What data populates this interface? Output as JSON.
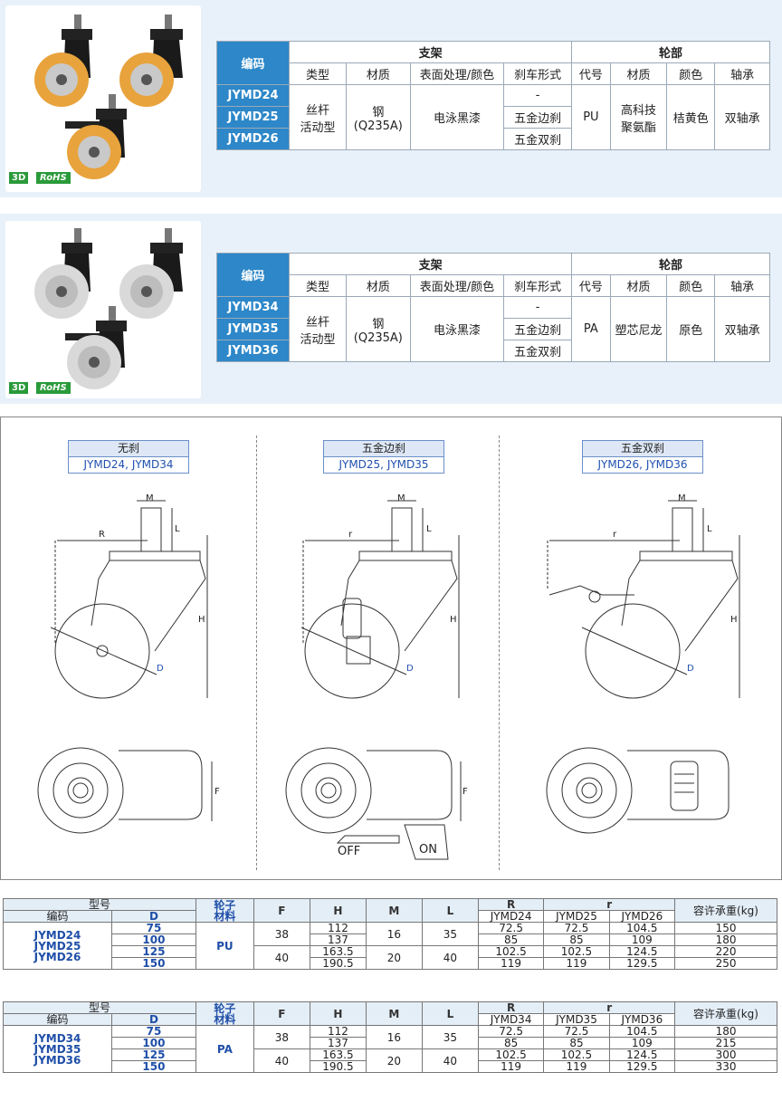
{
  "colors": {
    "header_blue": "#2d87c8",
    "band_bg": "#e8f1fa",
    "badge_green": "#2a9a3a"
  },
  "badges": {
    "three_d": "3D",
    "rohs": "RoHS"
  },
  "spec_table_1": {
    "code_header": "编码",
    "bracket_header": "支架",
    "wheel_header": "轮部",
    "cols": [
      "类型",
      "材质",
      "表面处理/颜色",
      "刹车形式",
      "代号",
      "材质",
      "颜色",
      "轴承"
    ],
    "codes": [
      "JYMD24",
      "JYMD25",
      "JYMD26"
    ],
    "type": "丝杆\n活动型",
    "material": "钢\n(Q235A)",
    "surface": "电泳黑漆",
    "brakes": [
      "-",
      "五金边刹",
      "五金双刹"
    ],
    "wheel_code": "PU",
    "wheel_material": "高科技\n聚氨酯",
    "wheel_color": "桔黄色",
    "bearing": "双轴承"
  },
  "spec_table_2": {
    "code_header": "编码",
    "bracket_header": "支架",
    "wheel_header": "轮部",
    "cols": [
      "类型",
      "材质",
      "表面处理/颜色",
      "刹车形式",
      "代号",
      "材质",
      "颜色",
      "轴承"
    ],
    "codes": [
      "JYMD34",
      "JYMD35",
      "JYMD36"
    ],
    "type": "丝杆\n活动型",
    "material": "钢\n(Q235A)",
    "surface": "电泳黑漆",
    "brakes": [
      "-",
      "五金边刹",
      "五金双刹"
    ],
    "wheel_code": "PA",
    "wheel_material": "塑芯尼龙",
    "wheel_color": "原色",
    "bearing": "双轴承"
  },
  "drawing": {
    "views": [
      {
        "title": "无刹",
        "models": "JYMD24, JYMD34"
      },
      {
        "title": "五金边刹",
        "models": "JYMD25, JYMD35"
      },
      {
        "title": "五金双刹",
        "models": "JYMD26, JYMD36"
      }
    ],
    "dim_labels": {
      "m": "M",
      "l": "L",
      "r_cap": "R",
      "r": "r",
      "h": "H",
      "d": "D",
      "f": "F"
    },
    "off": "OFF",
    "on": "ON"
  },
  "dim_table_1": {
    "h_model": "型号",
    "h_code": "编码",
    "h_d": "D",
    "h_wheel": "轮子\n材料",
    "h_f": "F",
    "h_h": "H",
    "h_m": "M",
    "h_l": "L",
    "h_R": "R",
    "h_r": "r",
    "h_load": "容许承重(kg)",
    "sub": [
      "JYMD24",
      "JYMD25",
      "JYMD26"
    ],
    "codes": "JYMD24\nJYMD25\nJYMD26",
    "material": "PU",
    "rows": [
      {
        "d": "75",
        "h": "112",
        "R": "72.5",
        "r1": "72.5",
        "r2": "104.5",
        "load": "150"
      },
      {
        "d": "100",
        "h": "137",
        "R": "85",
        "r1": "85",
        "r2": "109",
        "load": "180"
      },
      {
        "d": "125",
        "h": "163.5",
        "R": "102.5",
        "r1": "102.5",
        "r2": "124.5",
        "load": "220"
      },
      {
        "d": "150",
        "h": "190.5",
        "R": "119",
        "r1": "119",
        "r2": "129.5",
        "load": "250"
      }
    ],
    "f": [
      "38",
      "40"
    ],
    "m": [
      "16",
      "20"
    ],
    "l": [
      "35",
      "40"
    ]
  },
  "dim_table_2": {
    "h_model": "型号",
    "h_code": "编码",
    "h_d": "D",
    "h_wheel": "轮子\n材料",
    "h_f": "F",
    "h_h": "H",
    "h_m": "M",
    "h_l": "L",
    "h_R": "R",
    "h_r": "r",
    "h_load": "容许承重(kg)",
    "sub": [
      "JYMD34",
      "JYMD35",
      "JYMD36"
    ],
    "codes": "JYMD34\nJYMD35\nJYMD36",
    "material": "PA",
    "rows": [
      {
        "d": "75",
        "h": "112",
        "R": "72.5",
        "r1": "72.5",
        "r2": "104.5",
        "load": "180"
      },
      {
        "d": "100",
        "h": "137",
        "R": "85",
        "r1": "85",
        "r2": "109",
        "load": "215"
      },
      {
        "d": "125",
        "h": "163.5",
        "R": "102.5",
        "r1": "102.5",
        "r2": "124.5",
        "load": "300"
      },
      {
        "d": "150",
        "h": "190.5",
        "R": "119",
        "r1": "119",
        "r2": "129.5",
        "load": "330"
      }
    ],
    "f": [
      "38",
      "40"
    ],
    "m": [
      "16",
      "20"
    ],
    "l": [
      "35",
      "40"
    ]
  }
}
